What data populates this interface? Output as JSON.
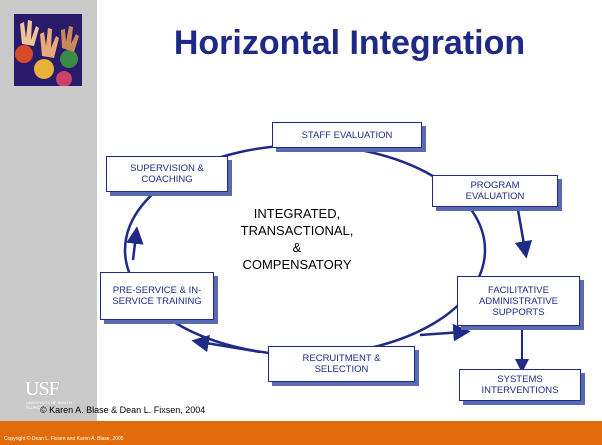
{
  "title": "Horizontal Integration",
  "center_text": [
    "INTEGRATED,",
    "TRANSACTIONAL,",
    "&",
    "COMPENSATORY"
  ],
  "boxes": {
    "staff_evaluation": "STAFF EVALUATION",
    "program_evaluation": "PROGRAM EVALUATION",
    "facilitative_supports": "FACILITATIVE ADMINISTRATIVE SUPPORTS",
    "systems_interventions": "SYSTEMS INTERVENTIONS",
    "recruitment_selection": "RECRUITMENT & SELECTION",
    "training": "PRE-SERVICE & IN-SERVICE TRAINING",
    "supervision_coaching": "SUPERVISION & COACHING"
  },
  "logo": {
    "usf": "USF",
    "usf_sub": "UNIVERSITY OF SOUTH FLORIDA"
  },
  "credit": "© Karen A. Blase & Dean L. Fixsen, 2004",
  "copyright_small": "Copyright © Dean L. Fixsen and Karen A. Blase, 2005",
  "colors": {
    "navy": "#1f2a86",
    "sidebar": "#c9c9c9",
    "orange": "#e36c0a"
  }
}
